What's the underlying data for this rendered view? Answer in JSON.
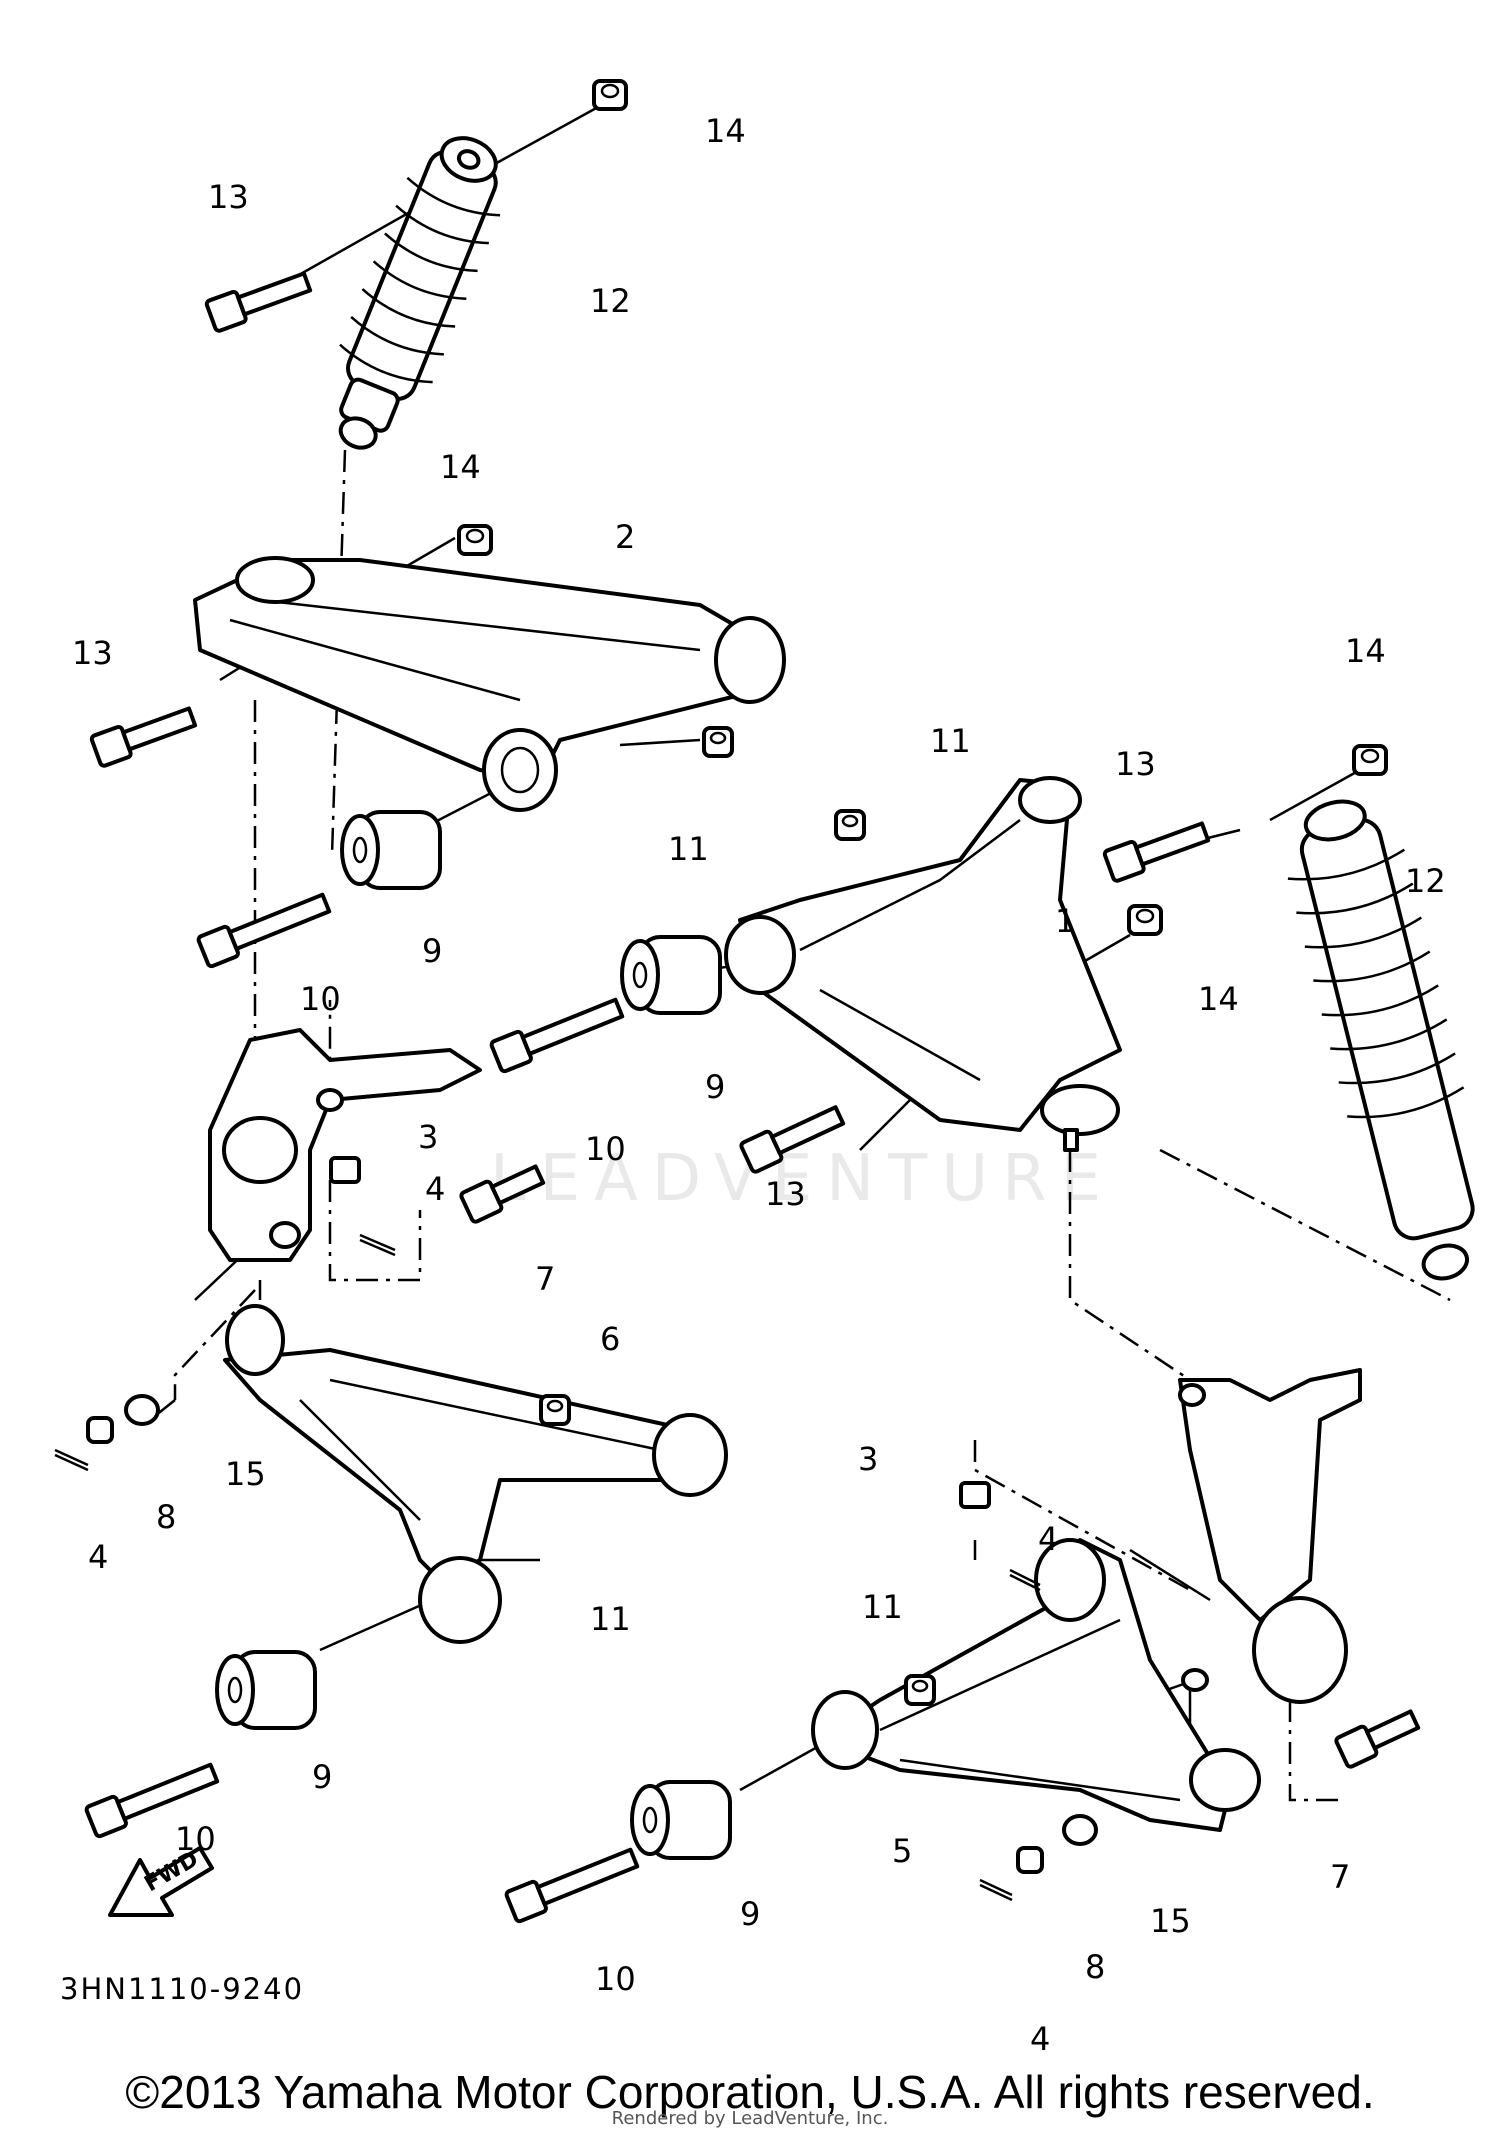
{
  "diagram": {
    "callouts": [
      {
        "id": "c14a",
        "text": "14"
      },
      {
        "id": "c13a",
        "text": "13"
      },
      {
        "id": "c12a",
        "text": "12"
      },
      {
        "id": "c14b",
        "text": "14"
      },
      {
        "id": "c2",
        "text": "2"
      },
      {
        "id": "c13b",
        "text": "13"
      },
      {
        "id": "c11a",
        "text": "11"
      },
      {
        "id": "c9a",
        "text": "9"
      },
      {
        "id": "c10a",
        "text": "10"
      },
      {
        "id": "c11b",
        "text": "11"
      },
      {
        "id": "c13c",
        "text": "13"
      },
      {
        "id": "c14c",
        "text": "14"
      },
      {
        "id": "c12b",
        "text": "12"
      },
      {
        "id": "c1",
        "text": "1"
      },
      {
        "id": "c14d",
        "text": "14"
      },
      {
        "id": "c9b",
        "text": "9"
      },
      {
        "id": "c10b",
        "text": "10"
      },
      {
        "id": "c3a",
        "text": "3"
      },
      {
        "id": "c4a",
        "text": "4"
      },
      {
        "id": "c7a",
        "text": "7"
      },
      {
        "id": "c13d",
        "text": "13"
      },
      {
        "id": "c6",
        "text": "6"
      },
      {
        "id": "c8a",
        "text": "8"
      },
      {
        "id": "c15a",
        "text": "15"
      },
      {
        "id": "c4b",
        "text": "4"
      },
      {
        "id": "c11c",
        "text": "11"
      },
      {
        "id": "c9c",
        "text": "9"
      },
      {
        "id": "c10c",
        "text": "10"
      },
      {
        "id": "c3b",
        "text": "3"
      },
      {
        "id": "c4c",
        "text": "4"
      },
      {
        "id": "c11d",
        "text": "11"
      },
      {
        "id": "c5",
        "text": "5"
      },
      {
        "id": "c7b",
        "text": "7"
      },
      {
        "id": "c9d",
        "text": "9"
      },
      {
        "id": "c15b",
        "text": "15"
      },
      {
        "id": "c8b",
        "text": "8"
      },
      {
        "id": "c10d",
        "text": "10"
      },
      {
        "id": "c4d",
        "text": "4"
      }
    ],
    "fwd_label": "FWD",
    "watermark": "LEADVENTURE",
    "diagram_code": "3HN1110-9240"
  },
  "footer": {
    "copyright": "©2013 Yamaha Motor Corporation, U.S.A. All rights reserved.",
    "rendered_by": "Rendered by LeadVenture, Inc."
  }
}
